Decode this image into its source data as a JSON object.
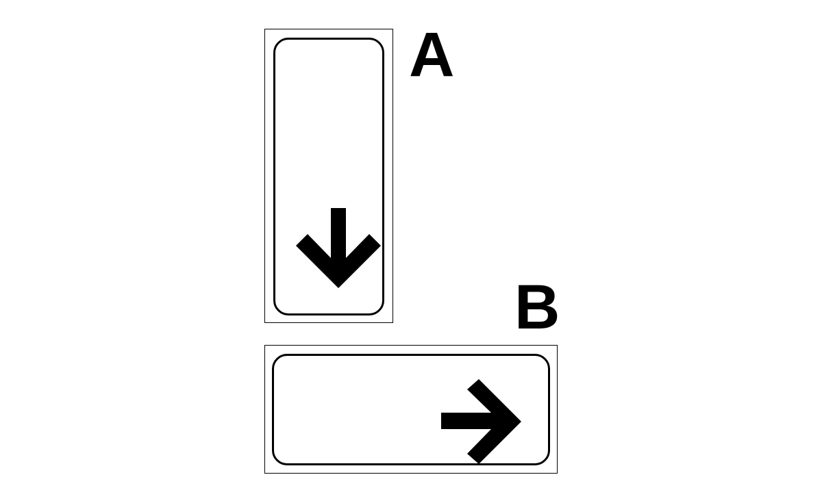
{
  "signs": [
    {
      "label": "A",
      "arrow": "arrow-down-icon",
      "orientation": "vertical"
    },
    {
      "label": "B",
      "arrow": "arrow-right-icon",
      "orientation": "horizontal"
    }
  ],
  "colors": {
    "background": "#ffffff",
    "ink": "#000000"
  }
}
